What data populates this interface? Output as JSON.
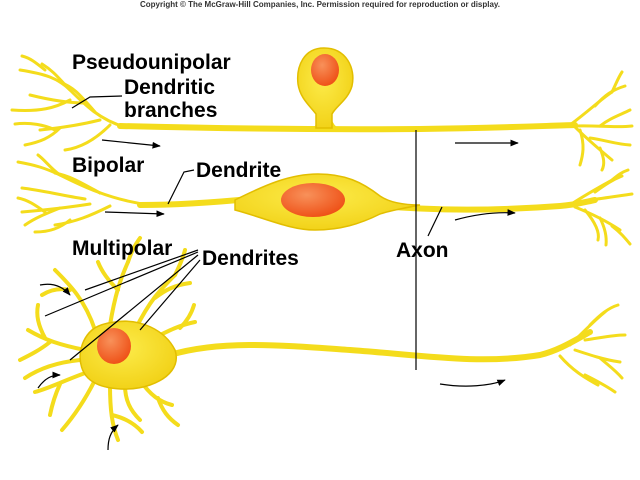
{
  "copyright": "Copyright © The McGraw-Hill Companies, Inc. Permission required for reproduction or display.",
  "labels": {
    "pseudounipolar": "Pseudounipolar",
    "dendritic": "Dendritic",
    "branches": "branches",
    "bipolar": "Bipolar",
    "dendrite": "Dendrite",
    "multipolar": "Multipolar",
    "dendrites": "Dendrites",
    "axon": "Axon"
  },
  "colors": {
    "neuron_fill": "#F4DC1C",
    "neuron_edge": "#C8A800",
    "nucleus": "#F05A1E",
    "nucleus_light": "#F8915A",
    "line": "#000000"
  }
}
